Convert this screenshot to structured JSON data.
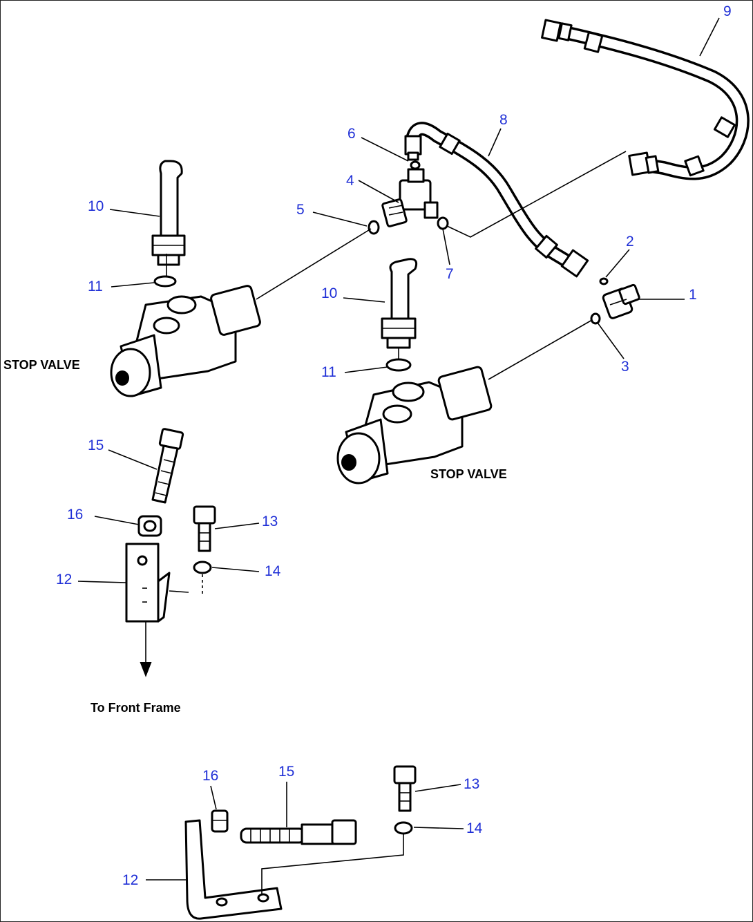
{
  "labels": {
    "stop_valve": "STOP VALVE",
    "to_front_frame": "To Front Frame"
  },
  "part_numbers": {
    "p1": "1",
    "p2": "2",
    "p3": "3",
    "p4": "4",
    "p5": "5",
    "p6": "6",
    "p7": "7",
    "p8": "8",
    "p9": "9",
    "p10": "10",
    "p11": "11",
    "p12": "12",
    "p13": "13",
    "p14": "14",
    "p15": "15",
    "p16": "16"
  },
  "colors": {
    "callout": "#1f2fd6",
    "line": "#000000",
    "background": "#ffffff"
  }
}
